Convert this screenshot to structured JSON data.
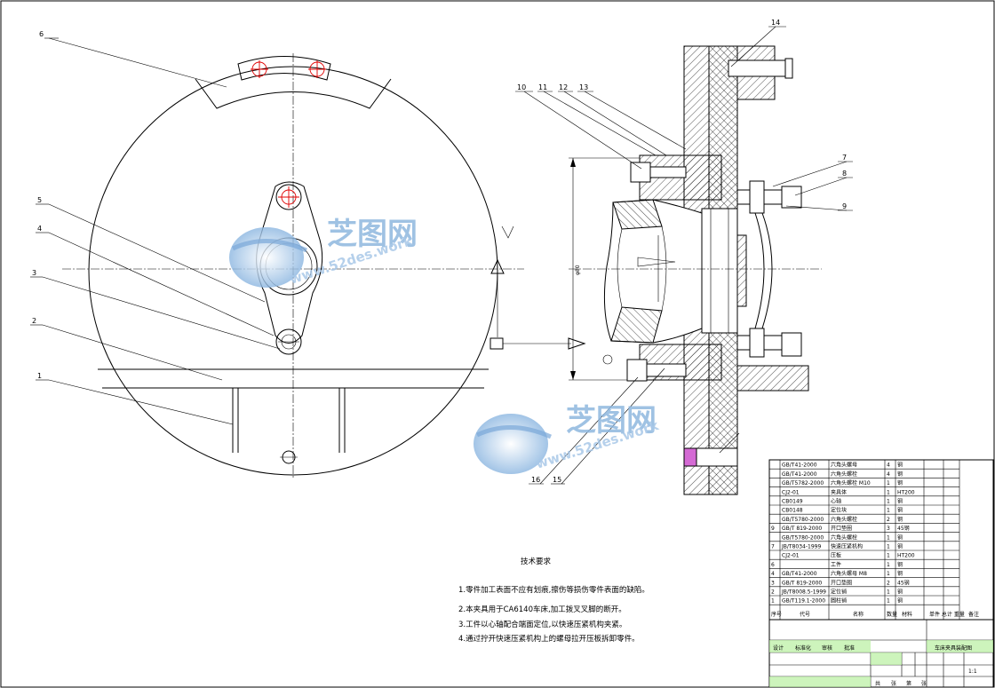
{
  "drawing": {
    "callouts_left": [
      "6",
      "5",
      "4",
      "3",
      "2",
      "1"
    ],
    "callouts_right_top": [
      "10",
      "11",
      "12",
      "13",
      "14"
    ],
    "callouts_right_mid": [
      "7",
      "8",
      "9"
    ],
    "callouts_bottom": [
      "16",
      "15"
    ],
    "dimension_text": "φ80"
  },
  "watermark": {
    "cn": "芝图网",
    "url": "www.52des.work"
  },
  "tech_requirements": {
    "title": "技术要求",
    "items": [
      "1.零件加工表面不应有划痕,擦伤等损伤零件表面的缺陷。",
      "2.本夹具用于CA6140车床,加工拨叉叉脚的断开。",
      "3.工件以心轴配合端面定位,以快速压紧机构夹紧。",
      "4.通过拧开快速压紧机构上的螺母拉开压板拆卸零件。"
    ]
  },
  "bom": {
    "rows": [
      [
        "",
        "GB/T41-2000",
        "六角头螺母",
        "4",
        "钢",
        ""
      ],
      [
        "",
        "GB/T41-2000",
        "六角头螺栓",
        "4",
        "钢",
        ""
      ],
      [
        "",
        "GB/T5782-2000",
        "六角头螺栓 M10",
        "1",
        "钢",
        ""
      ],
      [
        "",
        "CJ2-01",
        "夹具体",
        "1",
        "HT200",
        ""
      ],
      [
        "",
        "CB0149",
        "心轴",
        "1",
        "钢",
        ""
      ],
      [
        "",
        "CB0148",
        "定位块",
        "1",
        "钢",
        ""
      ],
      [
        "",
        "GB/T5780-2000",
        "六角头螺栓",
        "2",
        "钢",
        ""
      ],
      [
        "9",
        "GB/T 819-2000",
        "开口垫圈",
        "3",
        "45钢",
        ""
      ],
      [
        "",
        "GB/T5780-2000",
        "六角头螺栓",
        "1",
        "钢",
        ""
      ],
      [
        "7",
        "JB/T8034-1999",
        "快速压紧机构",
        "1",
        "钢",
        ""
      ],
      [
        "",
        "CJ2-01",
        "压板",
        "1",
        "HT200",
        ""
      ],
      [
        "6",
        "",
        "工件",
        "1",
        "钢",
        ""
      ],
      [
        "4",
        "GB/T41-2000",
        "六角头螺母 M8",
        "1",
        "钢",
        ""
      ],
      [
        "3",
        "GB/T 819-2000",
        "开口垫圈",
        "2",
        "45钢",
        ""
      ],
      [
        "2",
        "JB/T8008.5-1999",
        "定位销",
        "1",
        "钢",
        ""
      ],
      [
        "1",
        "GB/T119.1-2000",
        "圆柱销",
        "1",
        "钢",
        ""
      ]
    ],
    "header": [
      "序号",
      "代号",
      "名称",
      "数量",
      "材料",
      "单件 总计 重量",
      "备注"
    ]
  },
  "title_block": {
    "drawing_title": "车床夹具装配图",
    "scale": "1:1",
    "sign_row": [
      "设计",
      "标准化",
      "审核",
      "批准"
    ],
    "bottom_row": [
      "共",
      "张",
      "第",
      "张"
    ]
  }
}
